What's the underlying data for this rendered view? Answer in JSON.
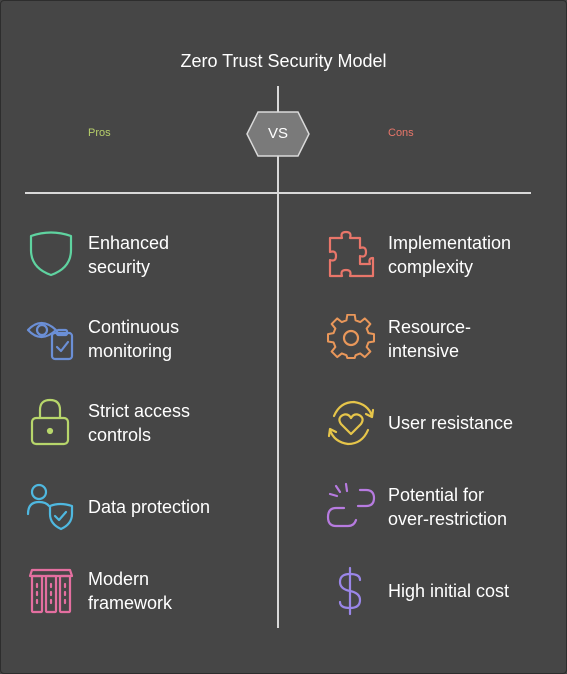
{
  "title": "Zero Trust Security Model",
  "vs_label": "VS",
  "pros_label": "Pros",
  "cons_label": "Cons",
  "pros": [
    {
      "label": "Enhanced\nsecurity",
      "icon": "shield-icon",
      "color": "#5fd3a0"
    },
    {
      "label": "Continuous\nmonitoring",
      "icon": "eye-clipboard-icon",
      "color": "#6b8fd6"
    },
    {
      "label": "Strict access\ncontrols",
      "icon": "padlock-icon",
      "color": "#b7d66b"
    },
    {
      "label": "Data protection",
      "icon": "user-shield-icon",
      "color": "#4fb8e0"
    },
    {
      "label": "Modern\nframework",
      "icon": "building-columns-icon",
      "color": "#e46fa0"
    }
  ],
  "cons": [
    {
      "label": "Implementation\ncomplexity",
      "icon": "puzzle-piece-icon",
      "color": "#e9766a"
    },
    {
      "label": "Resource-\nintensive",
      "icon": "gear-icon",
      "color": "#e9975a"
    },
    {
      "label": "User resistance",
      "icon": "heart-cycle-icon",
      "color": "#e6c54a"
    },
    {
      "label": "Potential for\nover-restriction",
      "icon": "broken-link-icon",
      "color": "#b77be0"
    },
    {
      "label": "High initial cost",
      "icon": "dollar-icon",
      "color": "#9a86e8"
    }
  ]
}
